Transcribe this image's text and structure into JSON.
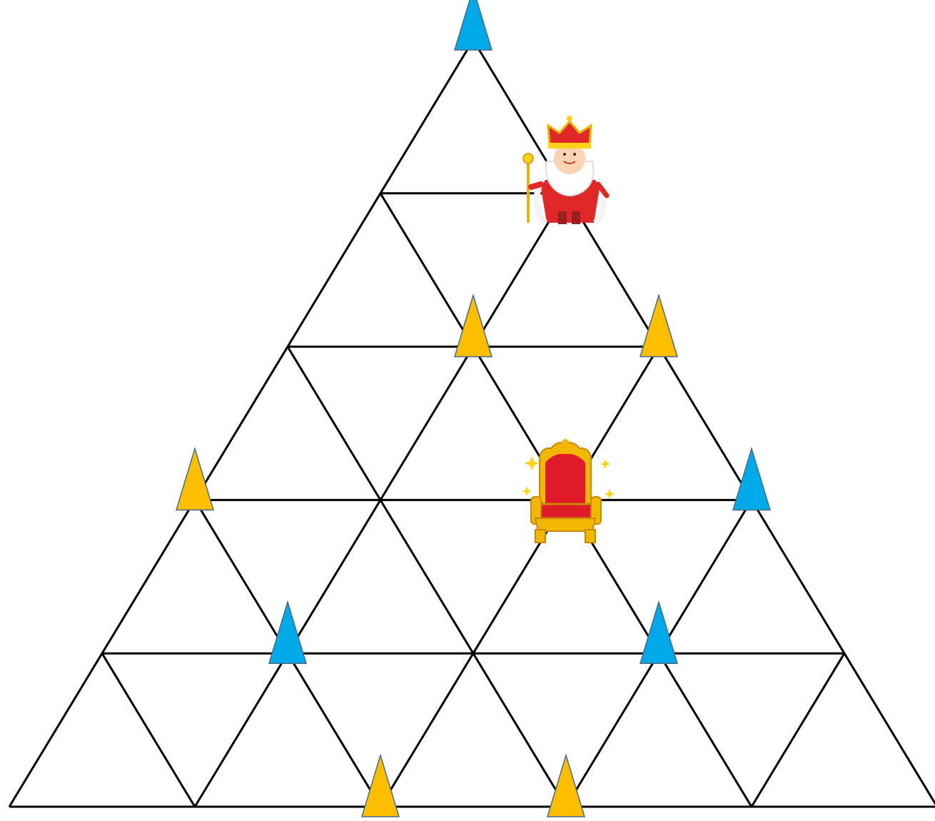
{
  "puzzle": {
    "rows": 5,
    "colors": {
      "grid_line": "#000000",
      "blue_piece": "#00A9E8",
      "yellow_piece": "#FFBE00",
      "piece_outline": "#4A6A8A"
    },
    "pieces": [
      {
        "color": "blue",
        "vertex": [
          0,
          0
        ]
      },
      {
        "color": "yellow",
        "vertex": [
          2,
          1
        ]
      },
      {
        "color": "yellow",
        "vertex": [
          2,
          2
        ]
      },
      {
        "color": "yellow",
        "vertex": [
          3,
          0
        ]
      },
      {
        "color": "blue",
        "vertex": [
          3,
          3
        ]
      },
      {
        "color": "blue",
        "vertex": [
          4,
          1
        ]
      },
      {
        "color": "blue",
        "vertex": [
          4,
          3
        ]
      },
      {
        "color": "yellow",
        "vertex": [
          5,
          2
        ]
      },
      {
        "color": "yellow",
        "vertex": [
          5,
          3
        ]
      }
    ],
    "king": {
      "icon": "king-icon",
      "vertex": [
        1,
        1
      ]
    },
    "throne": {
      "icon": "throne-icon",
      "vertex": [
        3,
        2
      ]
    }
  }
}
